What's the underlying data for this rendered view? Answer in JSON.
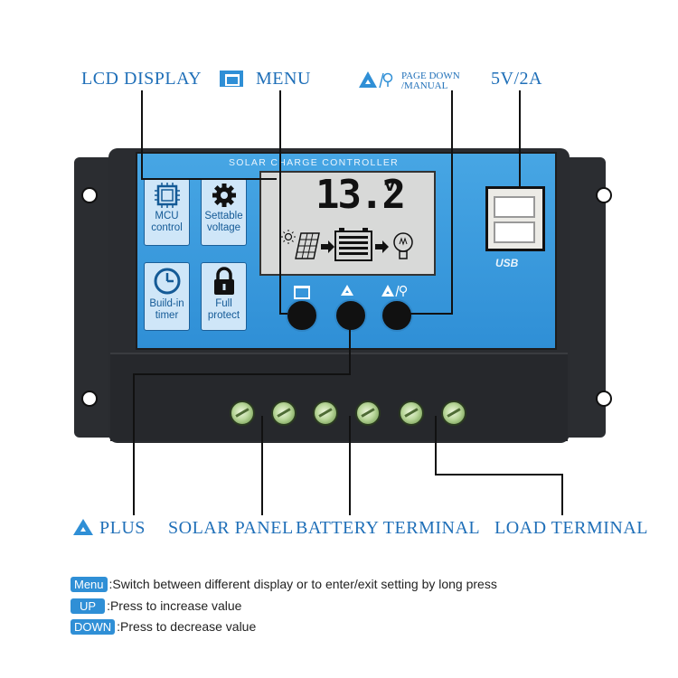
{
  "callouts": {
    "lcd_display": "LCD DISPLAY",
    "menu": "MENU",
    "page_down": "PAGE DOWN",
    "manual": "/MANUAL",
    "usb_rating": "5V/2A",
    "plus": "PLUS",
    "solar_panel": "SOLAR PANEL",
    "battery_terminal": "BATTERY TERMINAL",
    "load_terminal": "LOAD TERMINAL"
  },
  "device": {
    "title": "SOLAR CHARGE CONTROLLER",
    "lcd_value": "13.2",
    "lcd_unit": "V",
    "usb_logo": "USB",
    "features": [
      {
        "label_1": "MCU",
        "label_2": "control",
        "icon": "chip-icon"
      },
      {
        "label_1": "Settable",
        "label_2": "voltage",
        "icon": "gear-icon"
      },
      {
        "label_1": "Build-in",
        "label_2": "timer",
        "icon": "clock-icon"
      },
      {
        "label_1": "Full",
        "label_2": "protect",
        "icon": "lock-icon"
      }
    ]
  },
  "legend": [
    {
      "badge": "Menu",
      "text": ":Switch between different display or to enter/exit setting by long press"
    },
    {
      "badge": "UP",
      "text": ":Press to increase value"
    },
    {
      "badge": "DOWN",
      "text": ":Press to decrease value"
    }
  ],
  "colors": {
    "accent": "#1f6fb8",
    "panel_blue": "#3a9ade",
    "body": "#2a2c30"
  }
}
